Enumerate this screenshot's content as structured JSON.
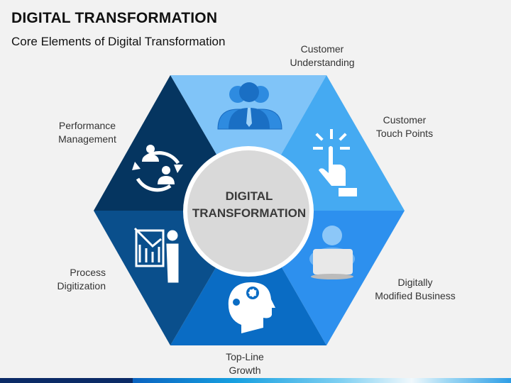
{
  "header": {
    "title": "DIGITAL TRANSFORMATION",
    "subtitle": "Core Elements of Digital Transformation"
  },
  "center": {
    "line1": "DIGITAL",
    "line2": "TRANSFORMATION"
  },
  "segments": [
    {
      "label1": "Customer",
      "label2": "Understanding",
      "icon": "people-group-icon",
      "color": "#80c4f8"
    },
    {
      "label1": "Customer",
      "label2": "Touch Points",
      "icon": "hand-click-icon",
      "color": "#45aaf2"
    },
    {
      "label1": "Digitally",
      "label2": "Modified Business",
      "icon": "laptop-user-icon",
      "color": "#2d90ee"
    },
    {
      "label1": "Top-Line",
      "label2": "Growth",
      "icon": "head-gears-icon",
      "color": "#0a6cc4"
    },
    {
      "label1": "Process",
      "label2": "Digitization",
      "icon": "presentation-chart-icon",
      "color": "#0a4f8c"
    },
    {
      "label1": "Performance",
      "label2": "Management",
      "icon": "people-cycle-icon",
      "color": "#053560"
    }
  ]
}
